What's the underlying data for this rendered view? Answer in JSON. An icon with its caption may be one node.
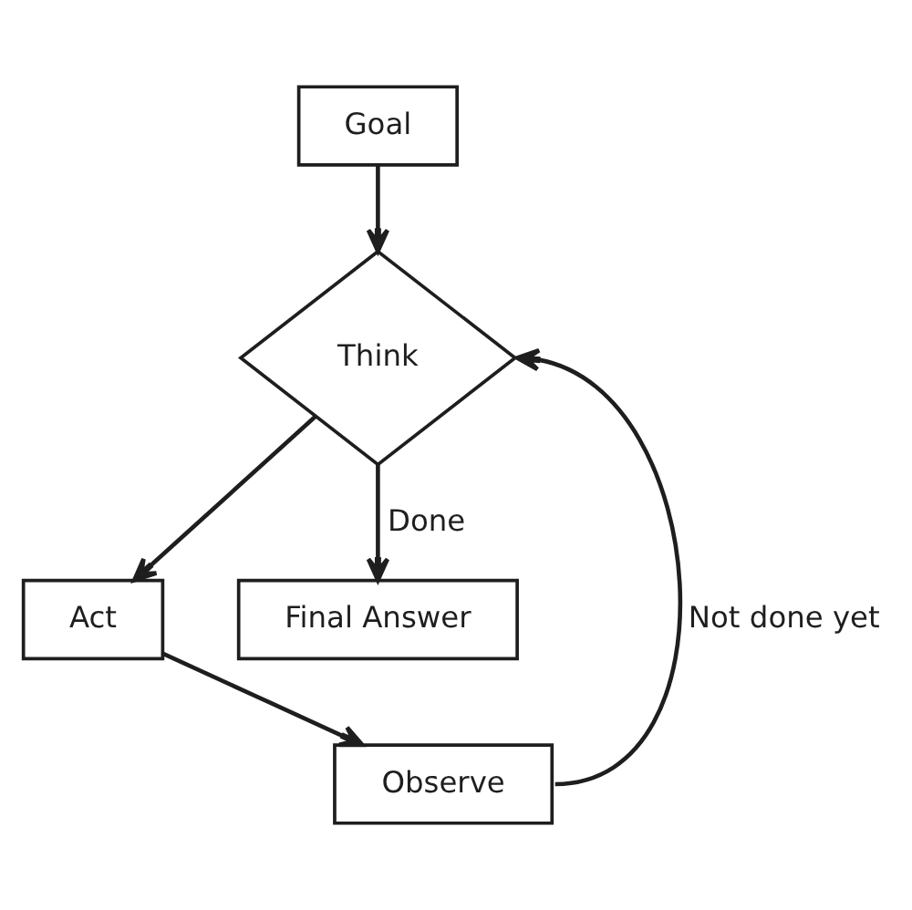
{
  "diagram": {
    "nodes": [
      {
        "text": [
          "Goal"
        ]
      },
      {
        "text": [
          "Think"
        ]
      },
      {
        "text": [
          "Act"
        ]
      },
      {
        "text": [
          "Final Answer"
        ]
      },
      {
        "text": [
          "Observe"
        ]
      }
    ],
    "edges": [
      {
        "from": 0,
        "to": 1,
        "arrow": "to"
      },
      {
        "from": 1,
        "to": 2,
        "arrow": "to"
      },
      {
        "from": 1,
        "to": 3,
        "arrow": "to",
        "label": "Done"
      },
      {
        "from": 2,
        "to": 4,
        "arrow": "to"
      },
      {
        "from": 4,
        "to": 1,
        "arrow": "to",
        "label": "Not done yet"
      }
    ]
  }
}
